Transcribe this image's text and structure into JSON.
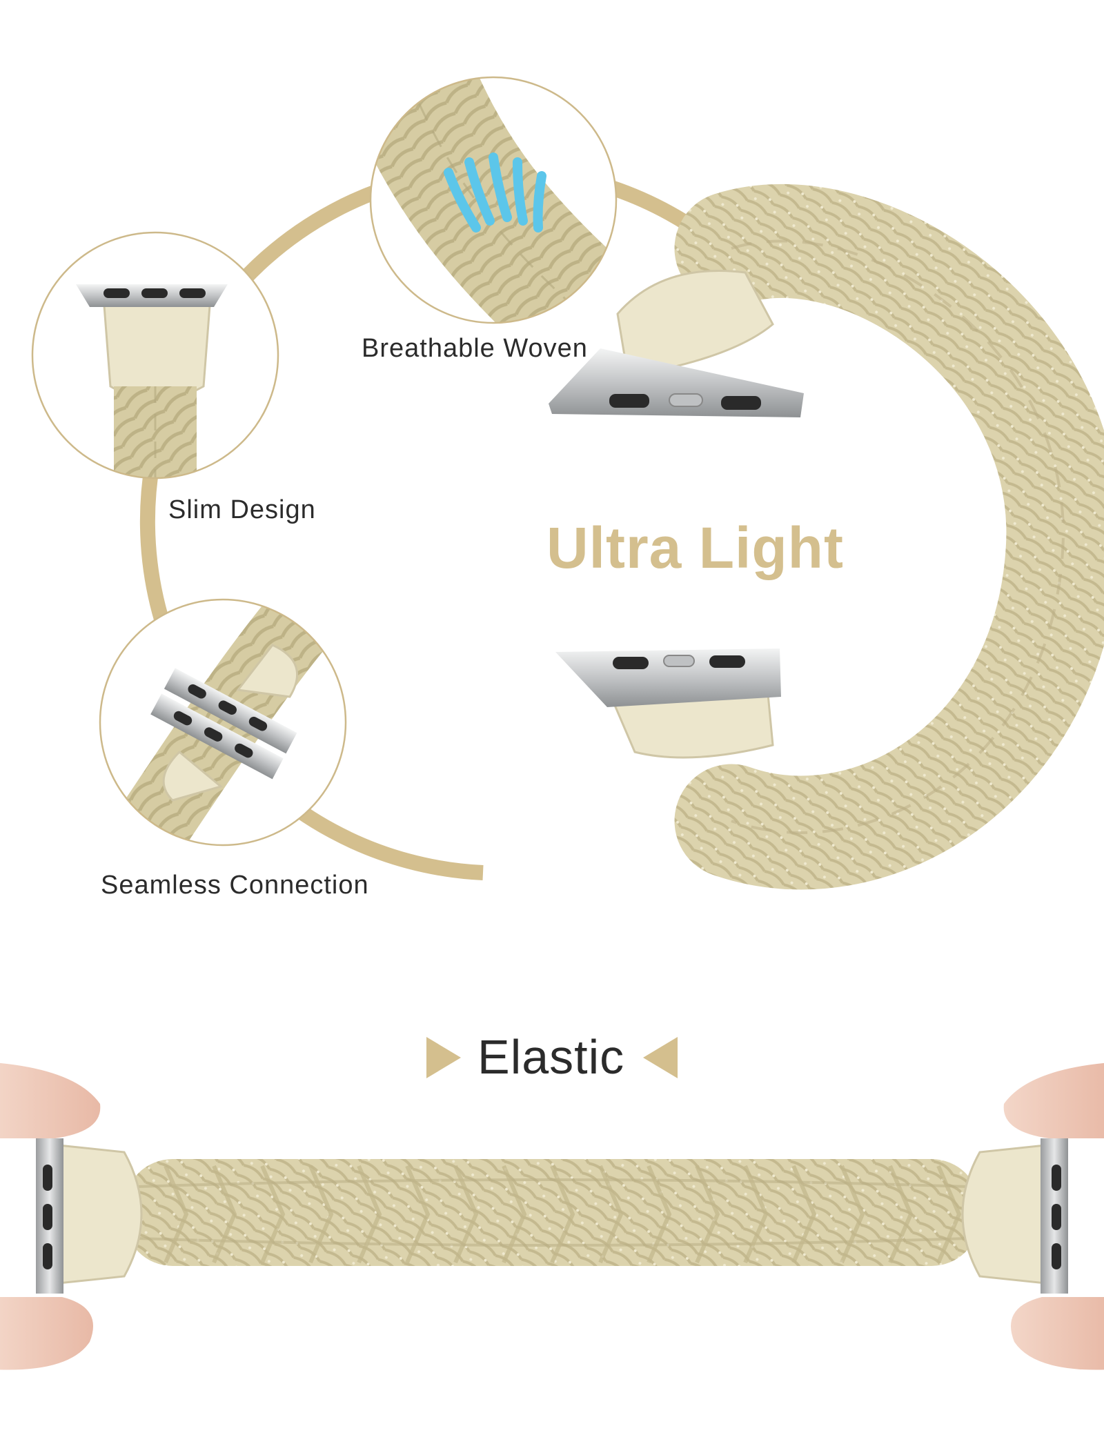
{
  "features": {
    "breathable_woven": "Breathable Woven",
    "slim_design": "Slim Design",
    "seamless_connection": "Seamless Connection"
  },
  "headline": "Ultra Light",
  "elastic_title": "Elastic",
  "colors": {
    "accent_gold": "#d4bf8e",
    "band_beige": "#dcd3ad",
    "band_shadow": "#b9ae85",
    "leather_cream": "#ece6cc",
    "metal_silver": "#c9cbcc",
    "text_dark": "#2b2b2b",
    "background": "#ffffff"
  }
}
